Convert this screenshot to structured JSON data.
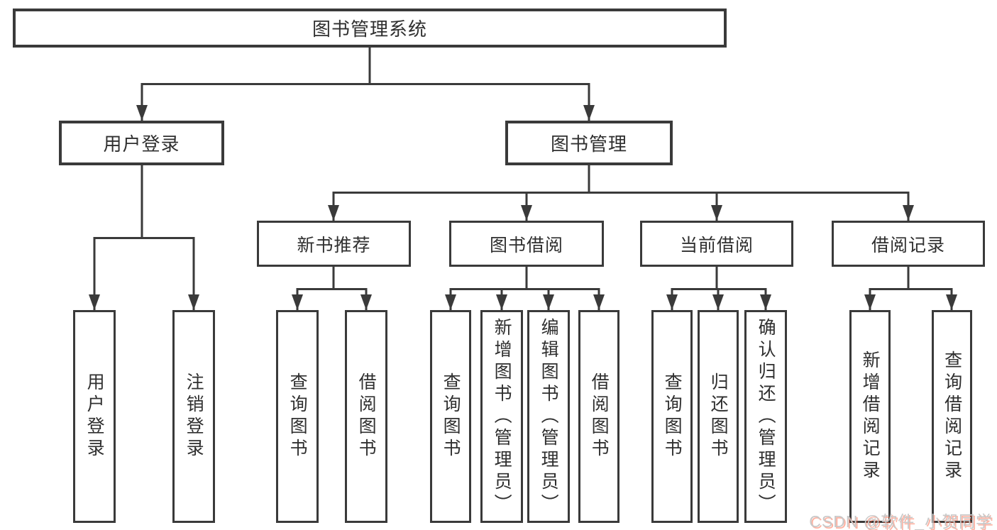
{
  "diagram": {
    "type": "functional-structure-tree",
    "root": {
      "label": "图书管理系统"
    },
    "branches": [
      {
        "label": "用户登录",
        "children": [
          {
            "label": "用户登录"
          },
          {
            "label": "注销登录"
          }
        ]
      },
      {
        "label": "图书管理",
        "children": [
          {
            "label": "新书推荐",
            "children": [
              {
                "label": "查询图书"
              },
              {
                "label": "借阅图书"
              }
            ]
          },
          {
            "label": "图书借阅",
            "children": [
              {
                "label": "查询图书"
              },
              {
                "label": "新增图书（管理员）"
              },
              {
                "label": "编辑图书（管理员）"
              },
              {
                "label": "借阅图书"
              }
            ]
          },
          {
            "label": "当前借阅",
            "children": [
              {
                "label": "查询图书"
              },
              {
                "label": "归还图书"
              },
              {
                "label": "确认归还（管理员）"
              }
            ]
          },
          {
            "label": "借阅记录",
            "children": [
              {
                "label": "新增借阅记录"
              },
              {
                "label": "查询借阅记录"
              }
            ]
          }
        ]
      }
    ]
  },
  "watermark": {
    "text": "CSDN @软件_小贺同学"
  },
  "colors": {
    "line": "#3a3a3a",
    "box_border": "#3a3a3a",
    "text": "#2f2f2f",
    "background": "#ffffff",
    "watermark": "#c8c8c8",
    "watermark_shadow": "#fc5531"
  }
}
